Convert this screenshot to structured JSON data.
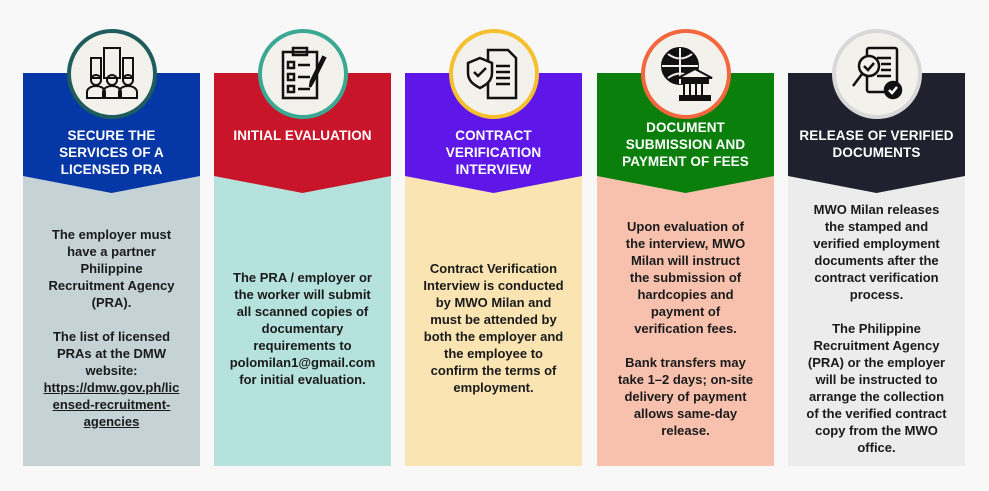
{
  "steps": [
    {
      "title": "SECURE THE\nSERVICES OF A\nLICENSED PRA",
      "icon": "office-buildings-people-icon",
      "header_color": "#0637a6",
      "body_color": "#c5d3d7",
      "ring_color": "#1f5c5c",
      "paragraphs": [
        "The employer must\nhave a partner\nPhilippine\nRecruitment Agency\n(PRA).",
        "The list of licensed\nPRAs at the DMW\nwebsite:"
      ],
      "link": "https://dmw.gov.ph/lic\nensed-recruitment-\nagencies"
    },
    {
      "title": "INITIAL EVALUATION",
      "icon": "clipboard-checklist-icon",
      "header_color": "#c8152a",
      "body_color": "#b5e2dc",
      "ring_color": "#3aa893",
      "paragraphs": [
        "The PRA / employer or\nthe  worker will submit\nall scanned copies of\ndocumentary\nrequirements to\npolomilan1@gmail.com\nfor initial evaluation."
      ]
    },
    {
      "title": "CONTRACT\nVERIFICATION\nINTERVIEW",
      "icon": "shield-document-icon",
      "header_color": "#5e17e8",
      "body_color": "#f9e4b2",
      "ring_color": "#f4c030",
      "paragraphs": [
        "Contract Verification\nInterview is conducted\nby MWO Milan and\nmust be attended by\nboth the employer and\nthe employee to\nconfirm the terms of\nemployment."
      ]
    },
    {
      "title": "DOCUMENT\nSUBMISSION AND\nPAYMENT OF FEES",
      "icon": "globe-bank-icon",
      "header_color": "#0a7f0c",
      "body_color": "#f8c1ae",
      "ring_color": "#f2673d",
      "paragraphs": [
        "Upon evaluation of\nthe interview, MWO\nMilan will instruct\nthe submission of\nhardcopies and\npayment of\nverification fees.",
        "Bank transfers may\ntake 1–2 days; on-site\ndelivery of payment\nallows same-day\nrelease."
      ]
    },
    {
      "title": "RELEASE OF VERIFIED\nDOCUMENTS",
      "icon": "magnifier-document-check-icon",
      "header_color": "#20202e",
      "body_color": "#ececec",
      "ring_color": "#d8d8d8",
      "paragraphs": [
        "MWO Milan releases\nthe stamped and\nverified employment\ndocuments after the\ncontract verification\nprocess.",
        "The Philippine\nRecruitment Agency\n(PRA) or the employer\nwill be instructed to\narrange the collection\nof the verified contract\ncopy from the MWO\noffice."
      ]
    }
  ]
}
